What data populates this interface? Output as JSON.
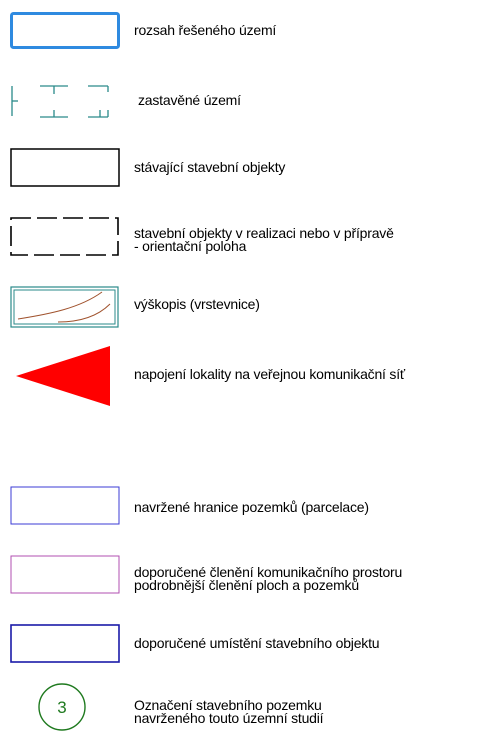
{
  "legend": {
    "items": [
      {
        "symbol": "rectangle-thick-blue",
        "label": "rozsah řešeného území"
      },
      {
        "symbol": "dashed-rectangle-teal",
        "label": "zastavěné území"
      },
      {
        "symbol": "rectangle-black",
        "label": "stávající stavební objekty"
      },
      {
        "symbol": "dashed-rectangle-black",
        "label": "stavební objekty v realizaci nebo v přípravě\n- orientační poloha"
      },
      {
        "symbol": "contour-box",
        "label": "výškopis (vrstevnice)"
      },
      {
        "symbol": "red-triangle",
        "label": "napojení lokality na veřejnou komunikační síť"
      },
      {
        "symbol": "rectangle-thin-blue",
        "label": "navržené hranice pozemků (parcelace)"
      },
      {
        "symbol": "rectangle-magenta",
        "label": "doporučené členění komunikačního prostoru\npodrobnější členění ploch a pozemků"
      },
      {
        "symbol": "rectangle-dark-blue",
        "label": "doporučené umístění stavebního objektu"
      },
      {
        "symbol": "green-circle",
        "label": "Označení stavebního pozemku\nnavrženého touto územní studií",
        "circle_number": "3"
      }
    ]
  },
  "colors": {
    "thick_blue": "#2f8ae0",
    "teal": "#2a8a8a",
    "black": "#000000",
    "contour_border": "#2a8a8a",
    "contour_line": "#a0522d",
    "red": "#ff0000",
    "thin_blue": "#3b3bd6",
    "magenta": "#b04fb0",
    "dark_blue": "#1a1aa8",
    "green": "#1f7a1f"
  }
}
